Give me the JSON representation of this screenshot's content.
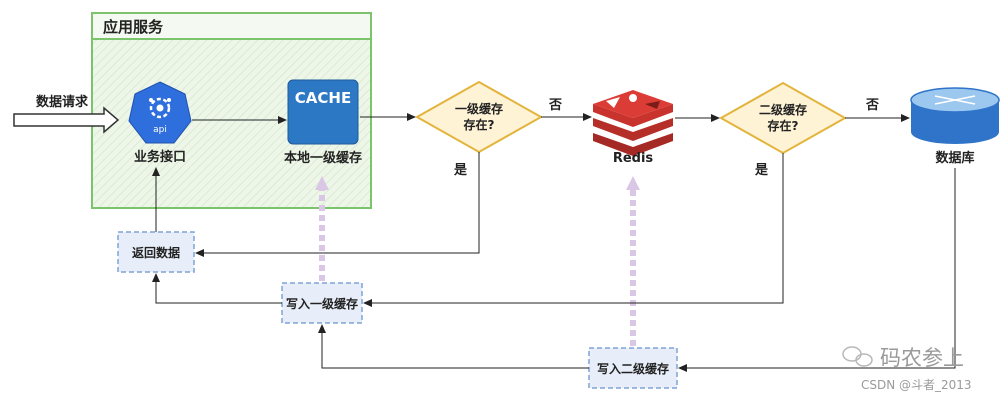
{
  "diagram": {
    "container_title": "应用服务",
    "request_label": "数据请求",
    "api_icon_text": "api",
    "api_label": "业务接口",
    "cache_icon_text": "CACHE",
    "cache_label": "本地一级缓存",
    "decision1_line1": "一级缓存",
    "decision1_line2": "存在?",
    "no1": "否",
    "yes1": "是",
    "redis_label": "Redis",
    "decision2_line1": "二级缓存",
    "decision2_line2": "存在?",
    "no2": "否",
    "yes2": "是",
    "db_label": "数据库",
    "return_label": "返回数据",
    "write1_label": "写入一级缓存",
    "write2_label": "写入二级缓存"
  },
  "watermark": {
    "brand": "码农参上",
    "credit": "CSDN @斗者_2013"
  },
  "colors": {
    "container_border": "#7cc46b",
    "container_fill": "#eef6e9",
    "decision_border": "#e3b43c",
    "decision_fill": "#fff3d6",
    "process_border": "#7fa4d6",
    "process_fill": "#e8eef9",
    "api_blue": "#2f6fdd",
    "cache_blue": "#2c78c4",
    "redis_red": "#c8332d",
    "db_blue": "#2f74c9",
    "purple_dash": "#d9c7e5"
  }
}
